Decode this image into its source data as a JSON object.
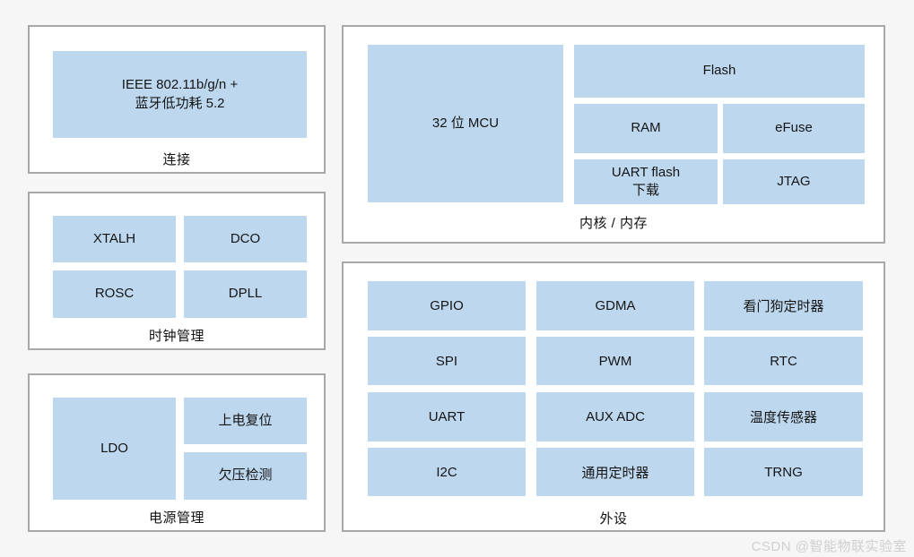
{
  "diagram": {
    "background_color": "#f6f6f6",
    "panel_border_color": "#a8a8a8",
    "block_color": "#bdd7ee",
    "text_color": "#151515",
    "panels": [
      {
        "id": "connectivity",
        "label": "连接",
        "blocks": [
          {
            "id": "wifi",
            "label": "IEEE 802.11b/g/n +\n蓝牙低功耗 5.2",
            "line1": "IEEE 802.11b/g/n +",
            "line2": "蓝牙低功耗 5.2"
          }
        ]
      },
      {
        "id": "clock",
        "label": "时钟管理",
        "blocks": [
          {
            "id": "xtalh",
            "label": "XTALH"
          },
          {
            "id": "dco",
            "label": "DCO"
          },
          {
            "id": "rosc",
            "label": "ROSC"
          },
          {
            "id": "dpll",
            "label": "DPLL"
          }
        ]
      },
      {
        "id": "power",
        "label": "电源管理",
        "blocks": [
          {
            "id": "ldo",
            "label": "LDO"
          },
          {
            "id": "por",
            "label": "上电复位"
          },
          {
            "id": "bod",
            "label": "欠压检测"
          }
        ]
      },
      {
        "id": "core",
        "label": "内核 / 内存",
        "blocks": [
          {
            "id": "mcu",
            "label": "32 位 MCU"
          },
          {
            "id": "flash",
            "label": "Flash"
          },
          {
            "id": "ram",
            "label": "RAM"
          },
          {
            "id": "efuse",
            "label": "eFuse"
          },
          {
            "id": "uartflash",
            "label": "UART flash\n下载",
            "line1": "UART flash",
            "line2": "下载"
          },
          {
            "id": "jtag",
            "label": "JTAG"
          }
        ]
      },
      {
        "id": "peripherals",
        "label": "外设",
        "grid": [
          [
            "GPIO",
            "GDMA",
            "看门狗定时器"
          ],
          [
            "SPI",
            "PWM",
            "RTC"
          ],
          [
            "UART",
            "AUX ADC",
            "温度传感器"
          ],
          [
            "I2C",
            "通用定时器",
            "TRNG"
          ]
        ]
      }
    ]
  },
  "watermark": "CSDN @智能物联实验室"
}
